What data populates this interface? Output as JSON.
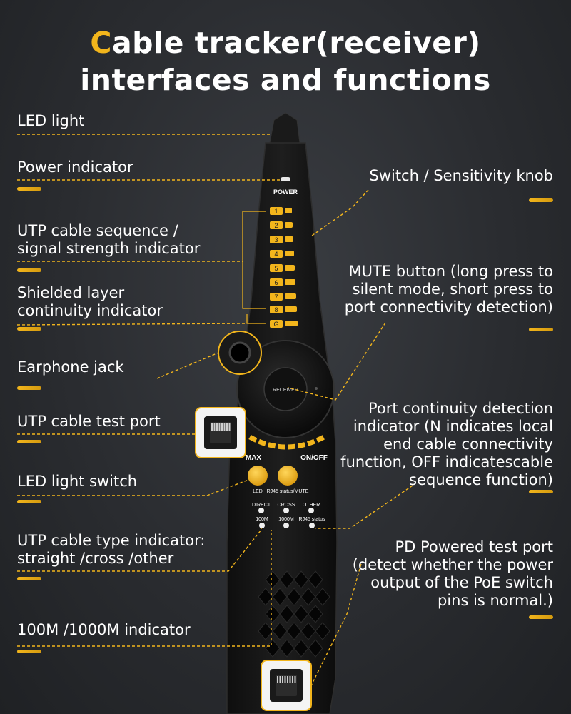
{
  "title": {
    "accent_letter": "C",
    "line1_rest": "able tracker(receiver)",
    "line2": "interfaces and functions"
  },
  "labels": {
    "led_light": "LED light",
    "power_indicator": "Power indicator",
    "utp_sequence_1": "UTP cable sequence /",
    "utp_sequence_2": "signal strength indicator",
    "shielded_1": "Shielded layer",
    "shielded_2": "continuity indicator",
    "earphone": "Earphone jack",
    "utp_port": "UTP cable test port",
    "led_switch": "LED light switch",
    "utp_type_1": "UTP cable type indicator:",
    "utp_type_2": "straight /cross /other",
    "speed": "100M /1000M indicator",
    "knob": "Switch / Sensitivity knob",
    "mute_1": "MUTE button (long press to",
    "mute_2": "silent mode, short press to",
    "mute_3": "port connectivity detection)",
    "port_1": "Port continuity detection",
    "port_2": "indicator (N indicates local",
    "port_3": "end cable connectivity",
    "port_4": "function, OFF indicatescable",
    "port_5": "sequence function)",
    "pd_1": "PD Powered test port",
    "pd_2": "(detect whether the power",
    "pd_3": "output of the PoE switch",
    "pd_4": "pins is normal.)"
  },
  "device": {
    "power_text": "POWER",
    "leds": [
      "1",
      "2",
      "3",
      "4",
      "5",
      "6",
      "7",
      "8",
      "G"
    ],
    "receiver_text": "RECEIVER",
    "max_text": "MAX",
    "onoff_text": "ON/OFF",
    "led_btn_text": "LED",
    "rj45_btn_text": "RJ45 status/MUTE",
    "direct_text": "DIRECT",
    "cross_text": "CROSS",
    "other_text": "OTHER",
    "m100_text": "100M",
    "m1000_text": "1000M",
    "rj45_status_text": "RJ45 status"
  },
  "colors": {
    "accent": "#f2b51c",
    "background": "#2b2d31",
    "device_body": "#151515"
  }
}
